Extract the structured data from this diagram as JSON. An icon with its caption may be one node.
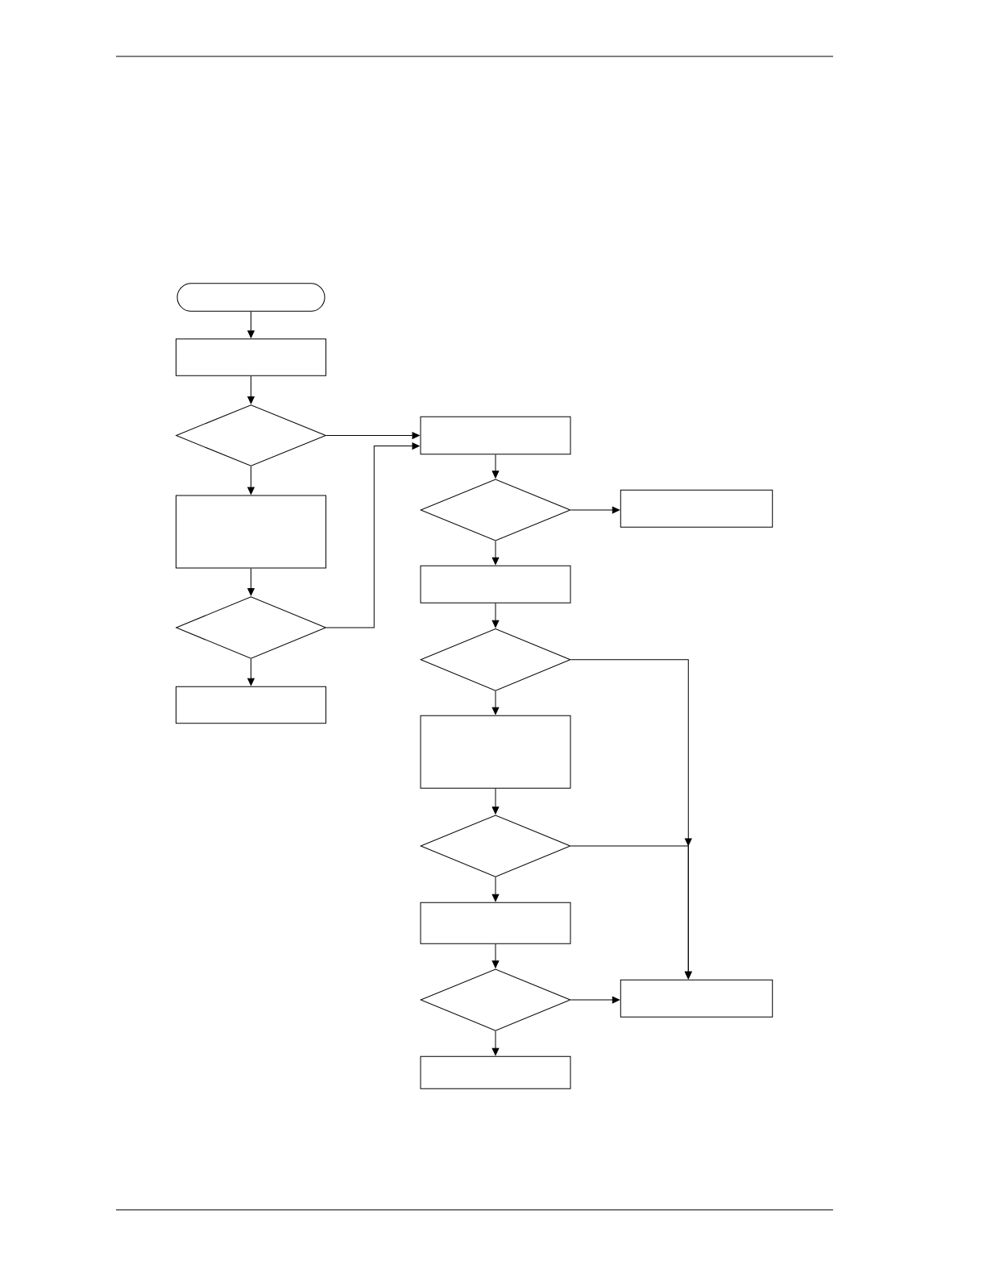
{
  "diagram": {
    "nodes": [
      {
        "text": [],
        "shape": "pill"
      },
      {
        "text": [],
        "shape": "box"
      },
      {
        "text": [],
        "shape": "diamond"
      },
      {
        "text": [],
        "shape": "box"
      },
      {
        "text": [],
        "shape": "diamond"
      },
      {
        "text": [],
        "shape": "box"
      },
      {
        "text": [],
        "shape": "box"
      },
      {
        "text": [],
        "shape": "diamond"
      },
      {
        "text": [],
        "shape": "box"
      },
      {
        "text": [],
        "shape": "box"
      },
      {
        "text": [],
        "shape": "diamond"
      },
      {
        "text": [],
        "shape": "box"
      },
      {
        "text": [],
        "shape": "diamond"
      },
      {
        "text": [],
        "shape": "box"
      },
      {
        "text": [],
        "shape": "diamond"
      },
      {
        "text": [],
        "shape": "box"
      },
      {
        "text": [],
        "shape": "box"
      }
    ],
    "edges": [
      {
        "from": 0,
        "to": 1,
        "arrow": "to"
      },
      {
        "from": 1,
        "to": 2,
        "arrow": "to"
      },
      {
        "from": 2,
        "to": 3,
        "arrow": "to"
      },
      {
        "from": 3,
        "to": 4,
        "arrow": "to"
      },
      {
        "from": 4,
        "to": 5,
        "arrow": "to"
      },
      {
        "from": 2,
        "to": 6,
        "arrow": "to"
      },
      {
        "from": 4,
        "to": 6,
        "arrow": "to"
      },
      {
        "from": 6,
        "to": 7,
        "arrow": "to"
      },
      {
        "from": 7,
        "to": 8,
        "arrow": "to"
      },
      {
        "from": 7,
        "to": 9,
        "arrow": "to"
      },
      {
        "from": 9,
        "to": 10,
        "arrow": "to"
      },
      {
        "from": 10,
        "to": 11,
        "arrow": "to"
      },
      {
        "from": 10,
        "to": 15,
        "arrow": "to"
      },
      {
        "from": 11,
        "to": 12,
        "arrow": "to"
      },
      {
        "from": 12,
        "to": 15,
        "arrow": "to"
      },
      {
        "from": 12,
        "to": 13,
        "arrow": "to"
      },
      {
        "from": 13,
        "to": 14,
        "arrow": "to"
      },
      {
        "from": 14,
        "to": 15,
        "arrow": "to"
      },
      {
        "from": 14,
        "to": 16,
        "arrow": "to"
      }
    ]
  }
}
